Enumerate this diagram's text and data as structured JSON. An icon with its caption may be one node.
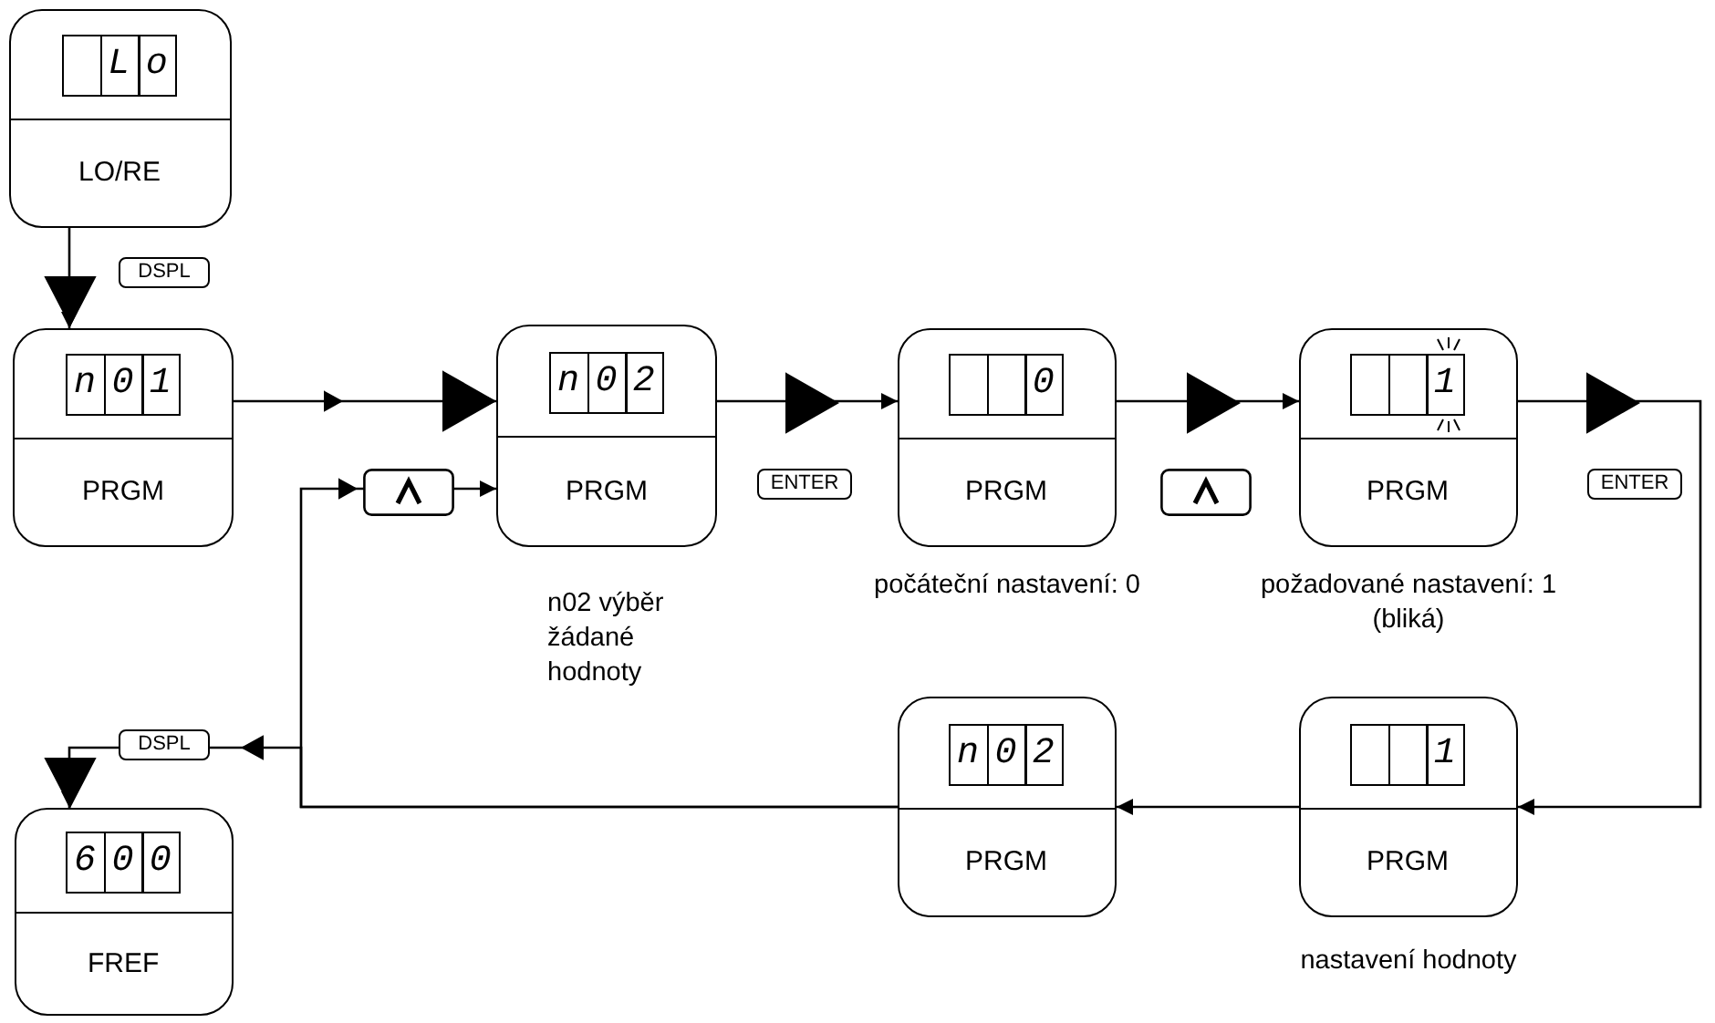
{
  "diagram": {
    "nodes": [
      {
        "text": [
          "Lo",
          "LO/RE"
        ]
      },
      {
        "text": [
          "n01",
          "PRGM"
        ]
      },
      {
        "text": [
          "n02",
          "PRGM"
        ],
        "beside": [
          "n02 výběr žádané hodnoty"
        ]
      },
      {
        "text": [
          "0",
          "PRGM"
        ],
        "beside": [
          "počáteční nastavení: 0"
        ]
      },
      {
        "text": [
          "1",
          "PRGM"
        ],
        "beside": [
          "požadované nastavení: 1 (bliká)"
        ]
      },
      {
        "text": [
          "1",
          "PRGM"
        ],
        "beside": [
          "nastavení hodnoty"
        ]
      },
      {
        "text": [
          "n02",
          "PRGM"
        ]
      },
      {
        "text": [
          "600",
          "FREF"
        ]
      }
    ],
    "edges": [
      {
        "from": 0,
        "to": 1,
        "arrow": "to",
        "label": "DSPL"
      },
      {
        "from": 1,
        "to": 2,
        "arrow": "to"
      },
      {
        "from": 2,
        "to": 3,
        "arrow": "to",
        "label": "ENTER"
      },
      {
        "from": 3,
        "to": 4,
        "arrow": "to"
      },
      {
        "from": 4,
        "to": 5,
        "arrow": "to",
        "label": "ENTER"
      },
      {
        "from": 5,
        "to": 6,
        "arrow": "to"
      },
      {
        "from": 6,
        "to": 2,
        "arrow": "to"
      },
      {
        "from": 6,
        "to": 7,
        "arrow": "to",
        "label": "DSPL"
      }
    ]
  }
}
